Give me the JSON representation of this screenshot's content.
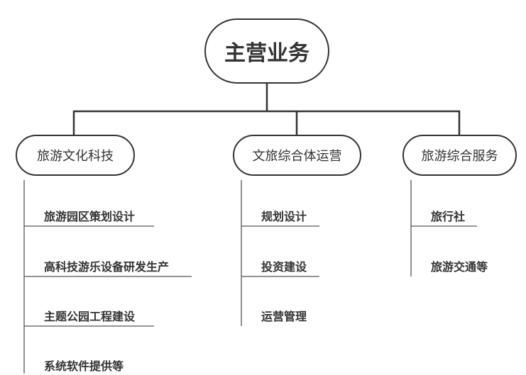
{
  "root": {
    "label": "主营业务"
  },
  "categories": [
    {
      "label": "旅游文化科技",
      "items": [
        "旅游园区策划设计",
        "高科技游乐设备研发生产",
        "主题公园工程建设",
        "系统软件提供等"
      ]
    },
    {
      "label": "文旅综合体运营",
      "items": [
        "规划设计",
        "投资建设",
        "运营管理"
      ]
    },
    {
      "label": "旅游综合服务",
      "items": [
        "旅行社",
        "旅游交通等"
      ]
    }
  ]
}
